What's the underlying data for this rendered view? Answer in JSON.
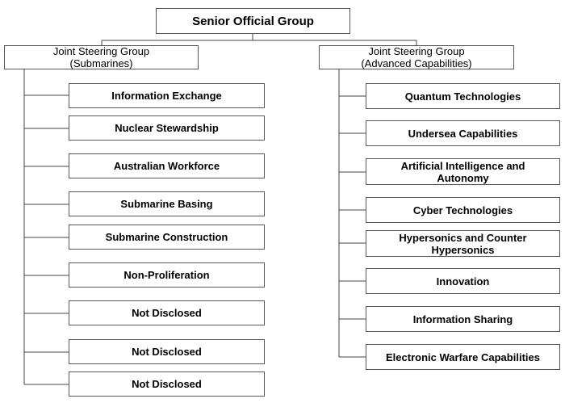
{
  "top": {
    "label": "Senior Official Group"
  },
  "left_group": {
    "line1": "Joint Steering Group",
    "line2": "(Submarines)",
    "items": [
      "Information Exchange",
      "Nuclear Stewardship",
      "Australian Workforce",
      "Submarine Basing",
      "Submarine Construction",
      "Non-Proliferation",
      "Not Disclosed",
      "Not Disclosed",
      "Not Disclosed"
    ]
  },
  "right_group": {
    "line1": "Joint Steering Group",
    "line2": "(Advanced Capabilities)",
    "items": [
      {
        "line1": "Quantum Technologies"
      },
      {
        "line1": "Undersea Capabilities"
      },
      {
        "line1": "Artificial Intelligence and",
        "line2": "Autonomy"
      },
      {
        "line1": "Cyber Technologies"
      },
      {
        "line1": "Hypersonics and Counter",
        "line2": "Hypersonics"
      },
      {
        "line1": "Innovation"
      },
      {
        "line1": "Information Sharing"
      },
      {
        "line1": "Electronic Warfare Capabilities"
      }
    ]
  },
  "colors": {
    "line": "#444444",
    "border": "#555555",
    "background": "#ffffff"
  }
}
